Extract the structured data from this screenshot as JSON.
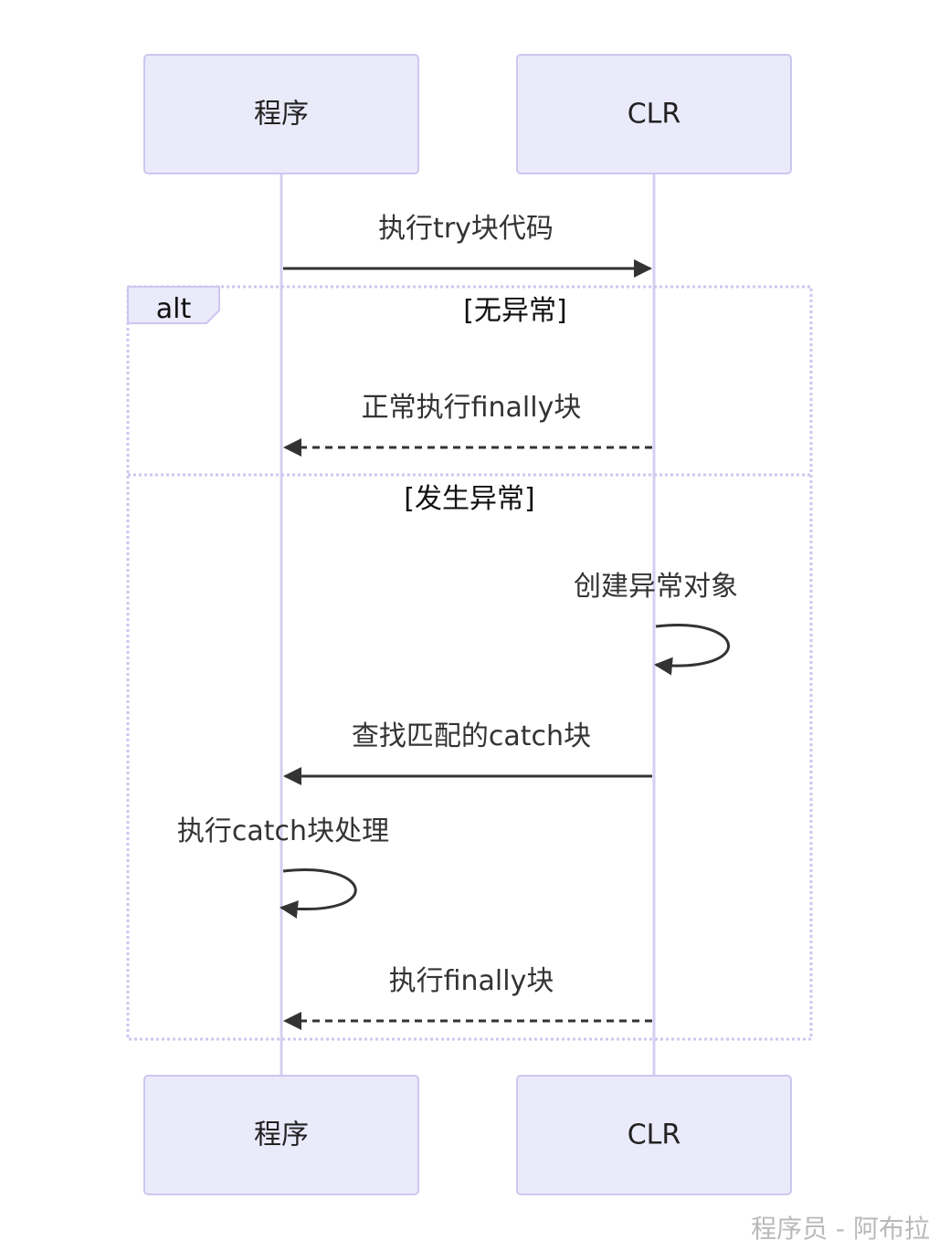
{
  "diagram": {
    "actors": [
      {
        "id": "program",
        "label": "程序"
      },
      {
        "id": "clr",
        "label": "CLR"
      }
    ],
    "messages": [
      {
        "from": "program",
        "to": "clr",
        "text": "执行try块代码",
        "style": "solid"
      },
      {
        "from": "clr",
        "to": "program",
        "text": "正常执行finally块",
        "style": "dashed"
      },
      {
        "from": "clr",
        "to": "clr",
        "text": "创建异常对象",
        "style": "solid"
      },
      {
        "from": "clr",
        "to": "program",
        "text": "查找匹配的catch块",
        "style": "solid"
      },
      {
        "from": "program",
        "to": "program",
        "text": "执行catch块处理",
        "style": "solid"
      },
      {
        "from": "clr",
        "to": "program",
        "text": "执行finally块",
        "style": "dashed"
      }
    ],
    "alt": {
      "label": "alt",
      "sections": [
        {
          "condition": "[无异常]"
        },
        {
          "condition": "[发生异常]"
        }
      ]
    }
  },
  "watermark": "程序员 - 阿布拉",
  "colors": {
    "actor_fill": "#eaeafb",
    "actor_stroke": "#cdc7ef",
    "lifeline": "#d7cdf3",
    "arrow": "#333333",
    "alt_border": "#cdc7ef"
  }
}
